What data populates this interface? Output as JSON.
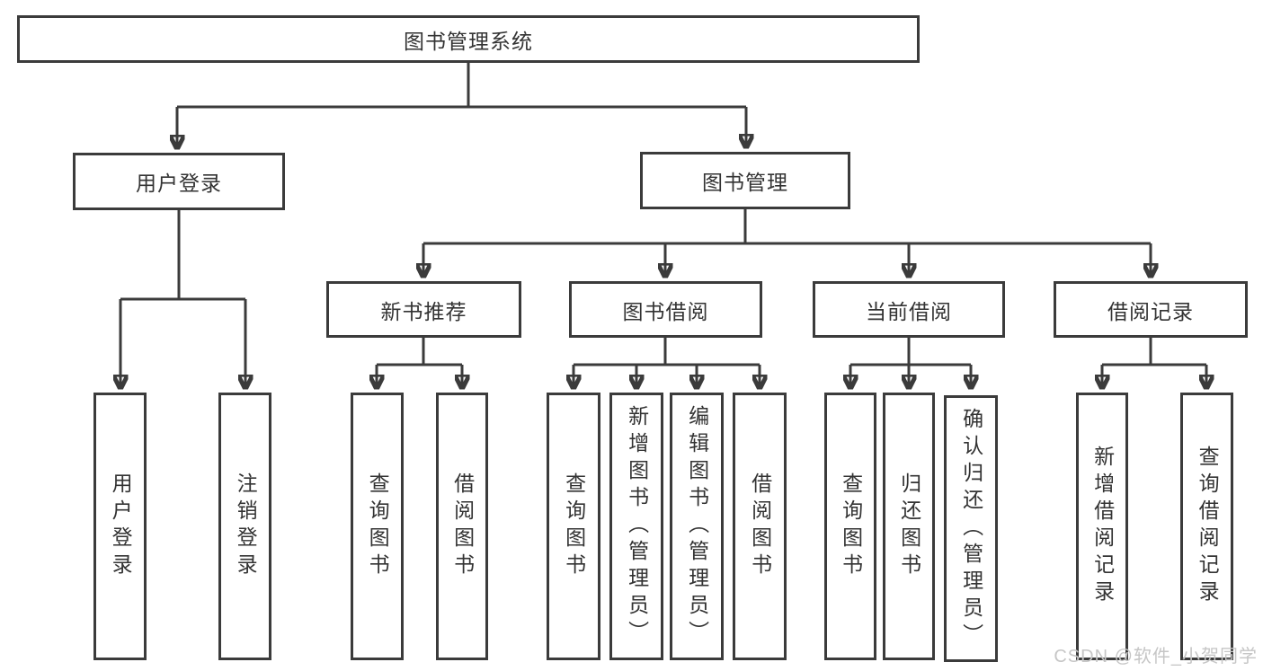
{
  "root": {
    "label": "图书管理系统"
  },
  "level2": [
    {
      "label": "用户登录"
    },
    {
      "label": "图书管理"
    }
  ],
  "level3": [
    {
      "label": "新书推荐"
    },
    {
      "label": "图书借阅"
    },
    {
      "label": "当前借阅"
    },
    {
      "label": "借阅记录"
    }
  ],
  "leaves": {
    "user_login": [
      {
        "label": "用户登录"
      },
      {
        "label": "注销登录"
      }
    ],
    "new_book": [
      {
        "label": "查询图书"
      },
      {
        "label": "借阅图书"
      }
    ],
    "book_borrow": [
      {
        "label": "查询图书"
      },
      {
        "label": "新增图书（管理员）"
      },
      {
        "label": "编辑图书（管理员）"
      },
      {
        "label": "借阅图书"
      }
    ],
    "current_borrow": [
      {
        "label": "查询图书"
      },
      {
        "label": "归还图书"
      },
      {
        "label": "确认归还（管理员）"
      }
    ],
    "borrow_record": [
      {
        "label": "新增借阅记录"
      },
      {
        "label": "查询借阅记录"
      }
    ]
  },
  "watermark": {
    "text": "CSDN @软件_小贺同学"
  },
  "colors": {
    "line": "#3b3b3b",
    "border": "#3b3b3b",
    "text": "#333333",
    "background": "#ffffff",
    "watermark": "#c6c6c6"
  }
}
